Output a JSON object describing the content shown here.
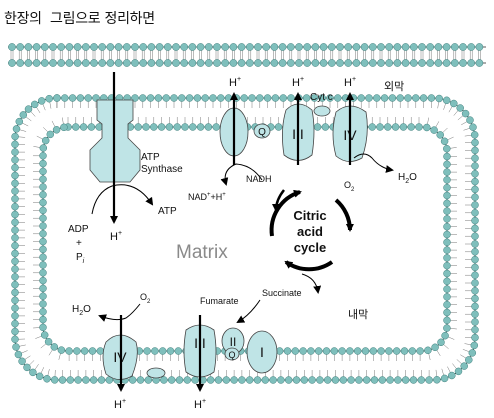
{
  "caption": "한장의  그림으로 정리하면",
  "labels": {
    "outer_membrane": "외막",
    "inner_membrane": "내막",
    "matrix": "Matrix",
    "atp_synthase_1": "ATP",
    "atp_synthase_2": "Synthase",
    "atp": "ATP",
    "adp": "ADP",
    "plus": "+",
    "pi": "P",
    "pi_sub": "i",
    "nad": "NAD",
    "nad_tail": "+H",
    "nadh": "NADH",
    "cyt_c": "Cyt c",
    "o2": "O",
    "o2_sub": "2",
    "h2o_h": "H",
    "h2o_sub": "2",
    "h2o_o": "O",
    "fumarate": "Fumarate",
    "succinate": "Succinate",
    "cycle_1": "Citric",
    "cycle_2": "acid",
    "cycle_3": "cycle",
    "h": "H",
    "plus_sign": "+",
    "q": "Q"
  },
  "complexes": {
    "one": "I",
    "two": "II",
    "three": "III",
    "four": "IV"
  },
  "colors": {
    "protein": "#bfe4e6",
    "bead": "#7fbfbc",
    "bead_stroke": "#3f7f7c",
    "line": "#000000"
  }
}
